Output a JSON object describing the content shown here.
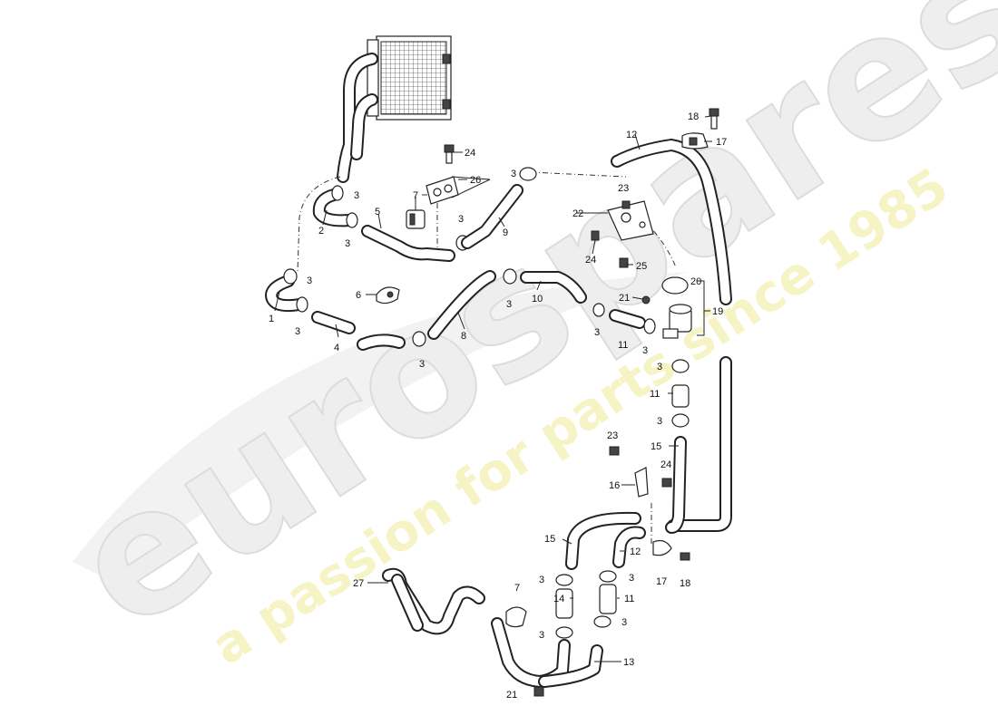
{
  "watermark": {
    "brand": "eurospares",
    "tagline": "a passion for parts since 1985"
  },
  "callouts": [
    "1",
    "2",
    "3",
    "4",
    "5",
    "6",
    "7",
    "8",
    "9",
    "10",
    "11",
    "12",
    "13",
    "14",
    "15",
    "16",
    "17",
    "18",
    "19",
    "20",
    "21",
    "22",
    "23",
    "24",
    "25",
    "26",
    "27"
  ],
  "colors": {
    "line": "#222222",
    "watermark_gray": "#eeeeee",
    "watermark_yellow": "#f6f3c4"
  }
}
